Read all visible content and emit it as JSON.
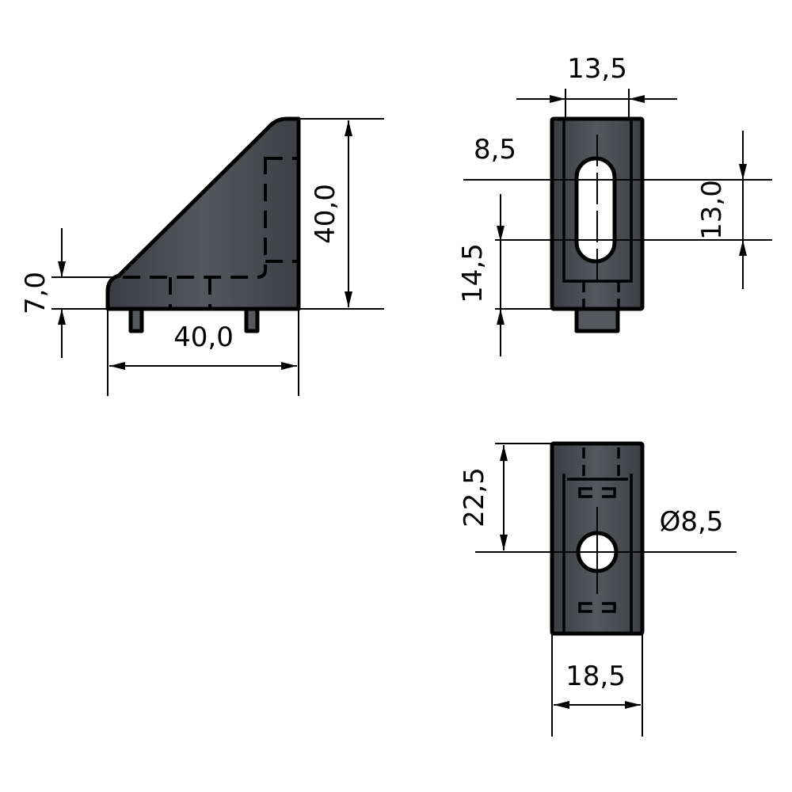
{
  "side_view": {
    "height_label": "40,0",
    "width_label": "40,0",
    "foot_label": "7,0"
  },
  "top_view": {
    "width_label": "13,5",
    "slot_width_label": "8,5",
    "slot_length_label": "13,0",
    "offset_label": "14,5"
  },
  "bottom_view": {
    "offset_label": "22,5",
    "hole_label": "Ø8,5",
    "width_label": "18,5"
  },
  "colors": {
    "part_fill": "#45494d",
    "line": "#000000"
  }
}
